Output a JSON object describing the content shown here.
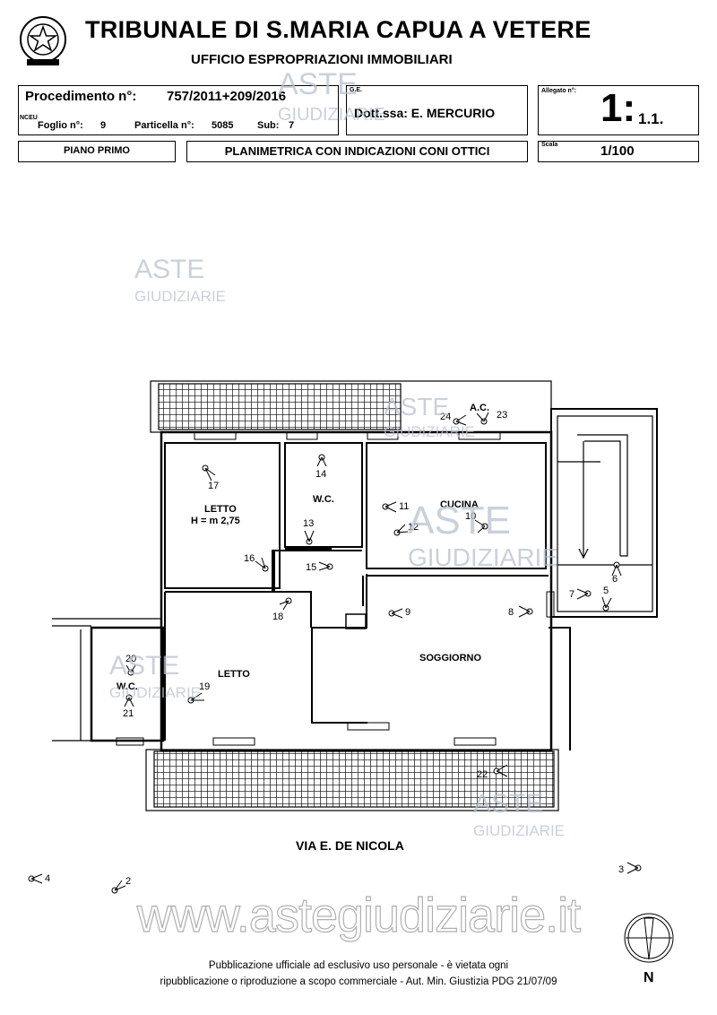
{
  "header": {
    "title": "TRIBUNALE DI S.MARIA CAPUA A VETERE",
    "subtitle": "UFFICIO ESPROPRIAZIONI IMMOBILIARI"
  },
  "info": {
    "procedimento_label": "Procedimento n°:",
    "procedimento_value": "757/2011+209/2016",
    "ncru_label": "NCEU",
    "foglio_label": "Foglio n°:",
    "foglio_value": "9",
    "particella_label": "Particella n°:",
    "particella_value": "5085",
    "sub_label": "Sub:",
    "sub_value": "7",
    "ge_label": "G.E.",
    "giudice": "Dott.ssa: E. MERCURIO",
    "allegato_label": "Allegato n°:",
    "allegato_main": "1:",
    "allegato_sub": "1.1.",
    "piano": "PIANO PRIMO",
    "descrizione": "PLANIMETRICA CON INDICAZIONI CONI OTTICI",
    "scala_label": "Scala",
    "scala_value": "1/100"
  },
  "rooms": {
    "ac": "A.C.",
    "letto1": "LETTO",
    "letto1_h": "H = m 2,75",
    "wc1": "W.C.",
    "cucina": "CUCINA",
    "soggiorno": "SOGGIORNO",
    "letto2": "LETTO",
    "wc2": "W.C."
  },
  "viewpoints": [
    "24",
    "23",
    "17",
    "14",
    "11",
    "10",
    "12",
    "13",
    "16",
    "15",
    "18",
    "9",
    "8",
    "6",
    "5",
    "7",
    "20",
    "19",
    "21",
    "22",
    "4",
    "2",
    "3"
  ],
  "street": "VIA E. DE NICOLA",
  "north": "N",
  "watermark": {
    "brand": "ASTE",
    "brand_sub": "GIUDIZIARIE",
    "url": "www.astegiudiziarie.it"
  },
  "footer": {
    "line1": "Pubblicazione ufficiale ad esclusivo uso personale - è vietata ogni",
    "line2": "ripubblicazione o riproduzione a scopo commerciale - Aut. Min. Giustizia PDG 21/07/09"
  }
}
